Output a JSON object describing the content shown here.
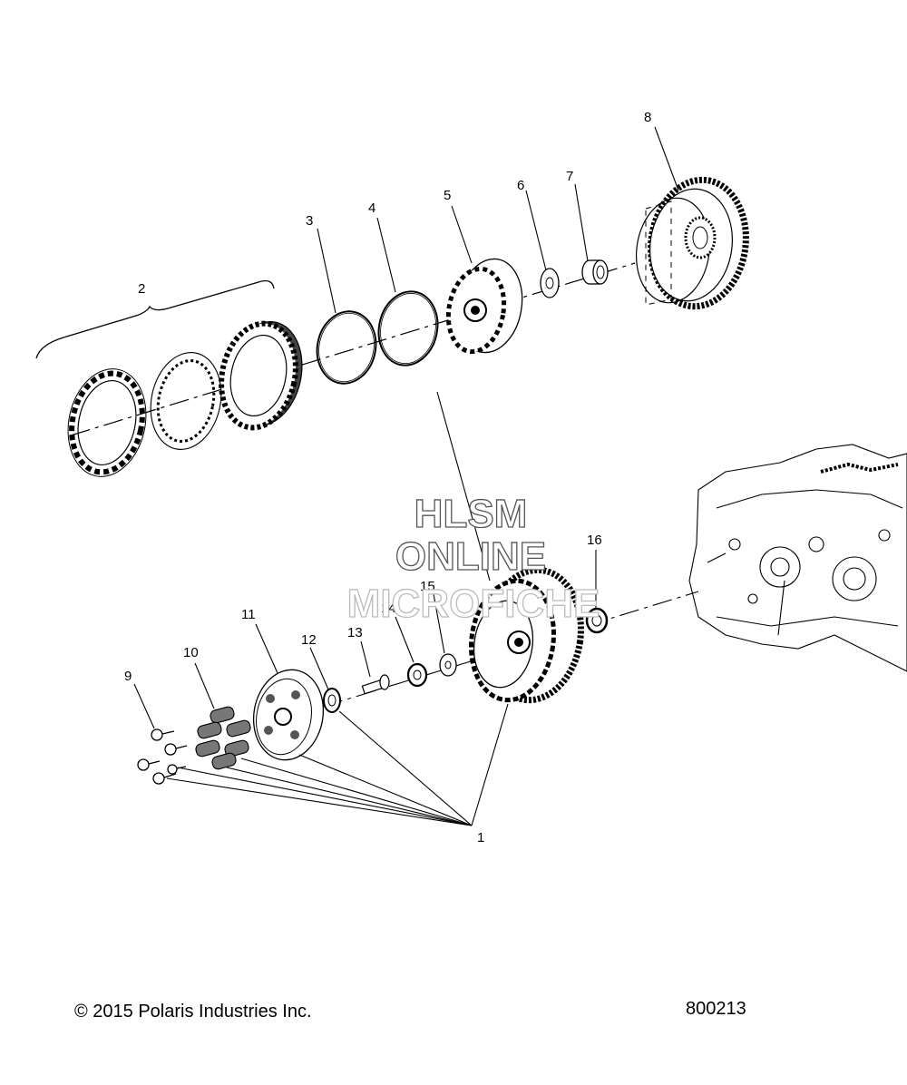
{
  "callouts": {
    "c1": "1",
    "c2": "2",
    "c3": "3",
    "c4": "4",
    "c5": "5",
    "c6": "6",
    "c7": "7",
    "c8": "8",
    "c9": "9",
    "c10": "10",
    "c11": "11",
    "c12": "12",
    "c13": "13",
    "c14": "14",
    "c15": "15",
    "c16": "16"
  },
  "watermark": {
    "line1": "HLSM",
    "line2": "ONLINE",
    "line3": "MICROFICHE"
  },
  "footer": {
    "copyright": "© 2015 Polaris Industries Inc.",
    "figure_number": "800213"
  }
}
